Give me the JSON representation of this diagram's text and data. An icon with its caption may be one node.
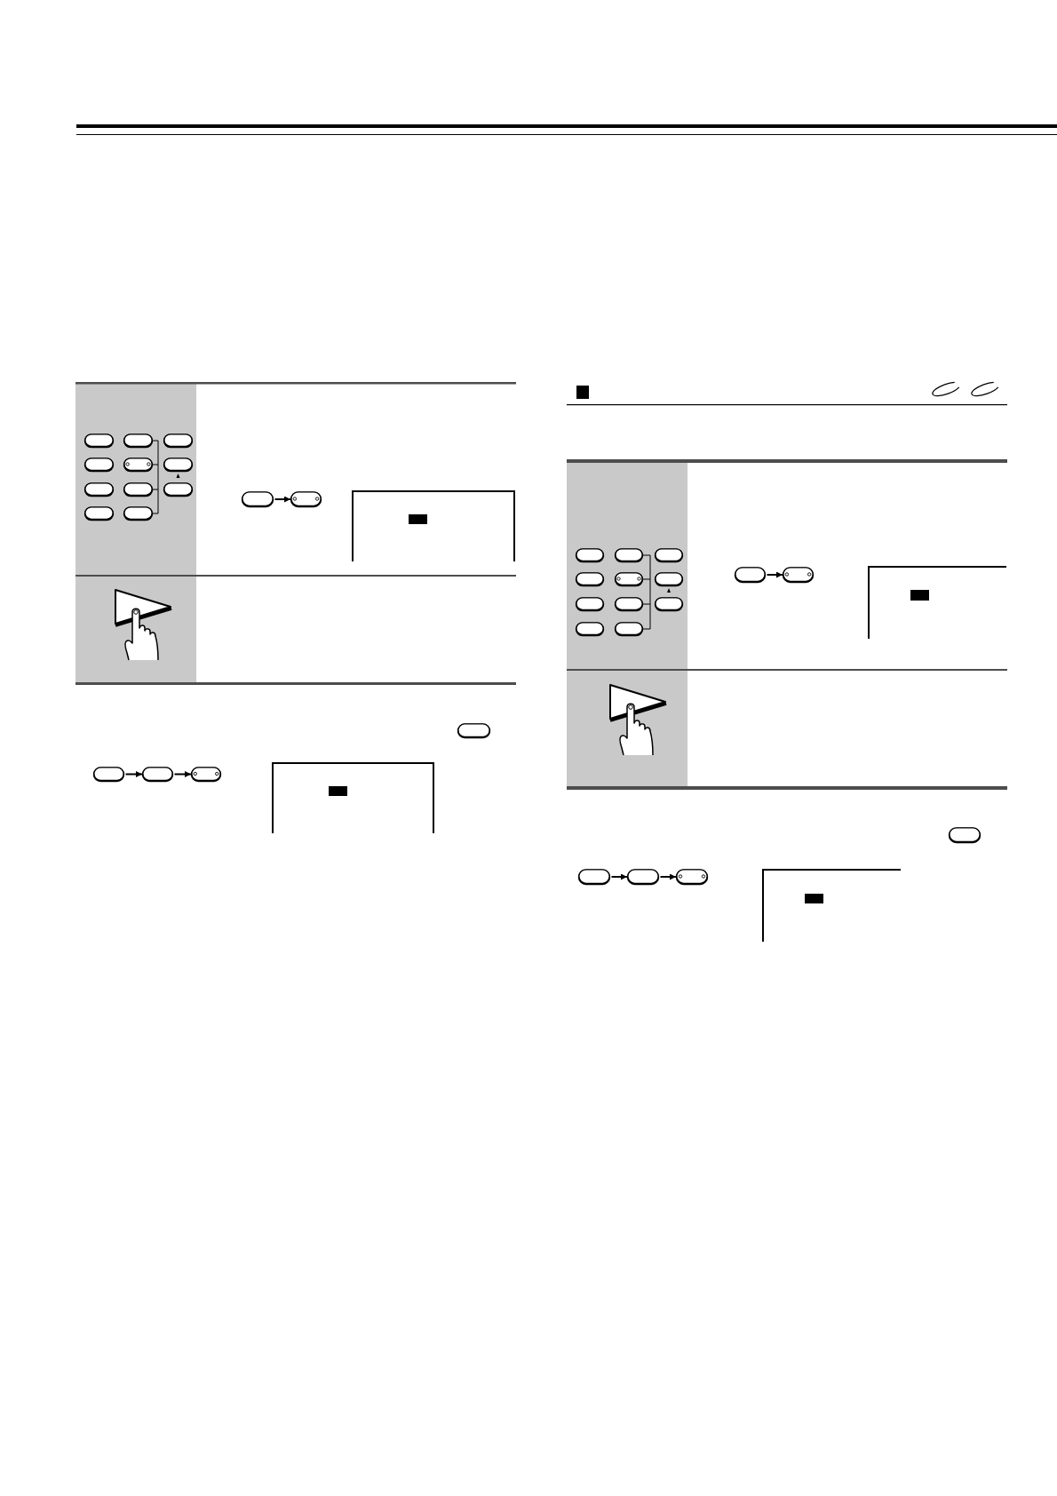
{
  "diagram": {
    "nodes": [
      {
        "text": [],
        "shape": "button"
      },
      {
        "text": [],
        "shape": "button"
      },
      {
        "text": [],
        "shape": "button"
      },
      {
        "text": [],
        "shape": "button"
      },
      {
        "text": [],
        "shape": "button"
      },
      {
        "text": [],
        "shape": "button"
      },
      {
        "text": [],
        "shape": "button"
      },
      {
        "text": [],
        "shape": "button"
      },
      {
        "text": [],
        "shape": "button"
      },
      {
        "text": [],
        "shape": "button"
      }
    ],
    "edges": [
      {
        "from": 0,
        "to": 1,
        "arrow": "to"
      },
      {
        "from": 2,
        "to": 3,
        "arrow": "to"
      },
      {
        "from": 3,
        "to": 4,
        "arrow": "to"
      },
      {
        "from": 5,
        "to": 6,
        "arrow": "to"
      },
      {
        "from": 7,
        "to": 8,
        "arrow": "to"
      },
      {
        "from": 8,
        "to": 9,
        "arrow": "to"
      }
    ]
  }
}
